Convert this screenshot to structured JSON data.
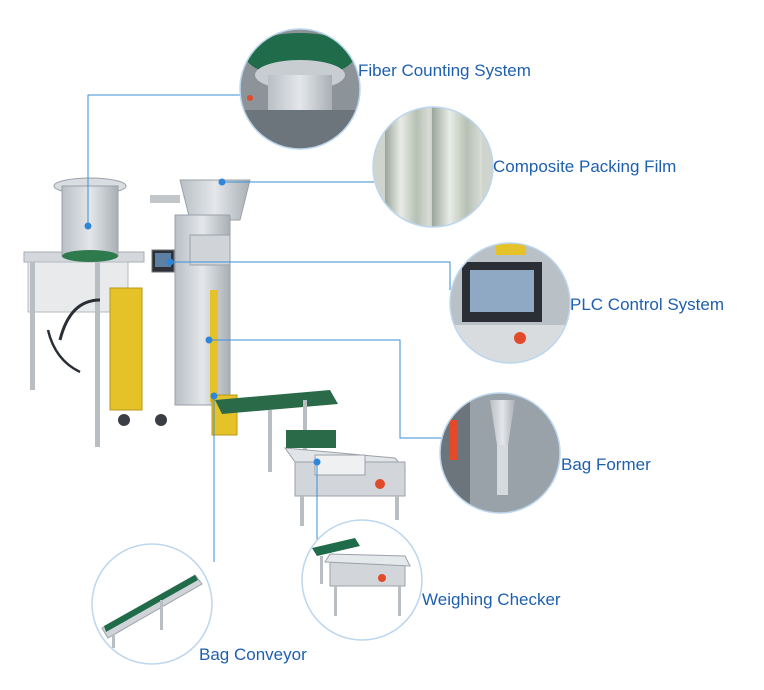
{
  "colors": {
    "label_text": "#1e5fae",
    "leader_line": "#3a8fd6",
    "dot": "#2f86d8",
    "circle_border": "#bcd6ee",
    "machine_steel": "#c9ced3",
    "machine_yellow": "#e6c229",
    "belt_green": "#1f6b4a"
  },
  "callouts": [
    {
      "id": "fiber-counting-system",
      "label": "Fiber Counting System",
      "icon": "vibratory-bowl-photo"
    },
    {
      "id": "composite-packing-film",
      "label": "Composite Packing Film",
      "icon": "film-roll-photo"
    },
    {
      "id": "plc-control-system",
      "label": "PLC Control System",
      "icon": "touch-screen-photo"
    },
    {
      "id": "bag-former",
      "label": "Bag Former",
      "icon": "bag-former-photo"
    },
    {
      "id": "weighing-checker",
      "label": "Weighing Checker",
      "icon": "checkweigher-photo"
    },
    {
      "id": "bag-conveyor",
      "label": "Bag Conveyor",
      "icon": "conveyor-photo"
    }
  ]
}
